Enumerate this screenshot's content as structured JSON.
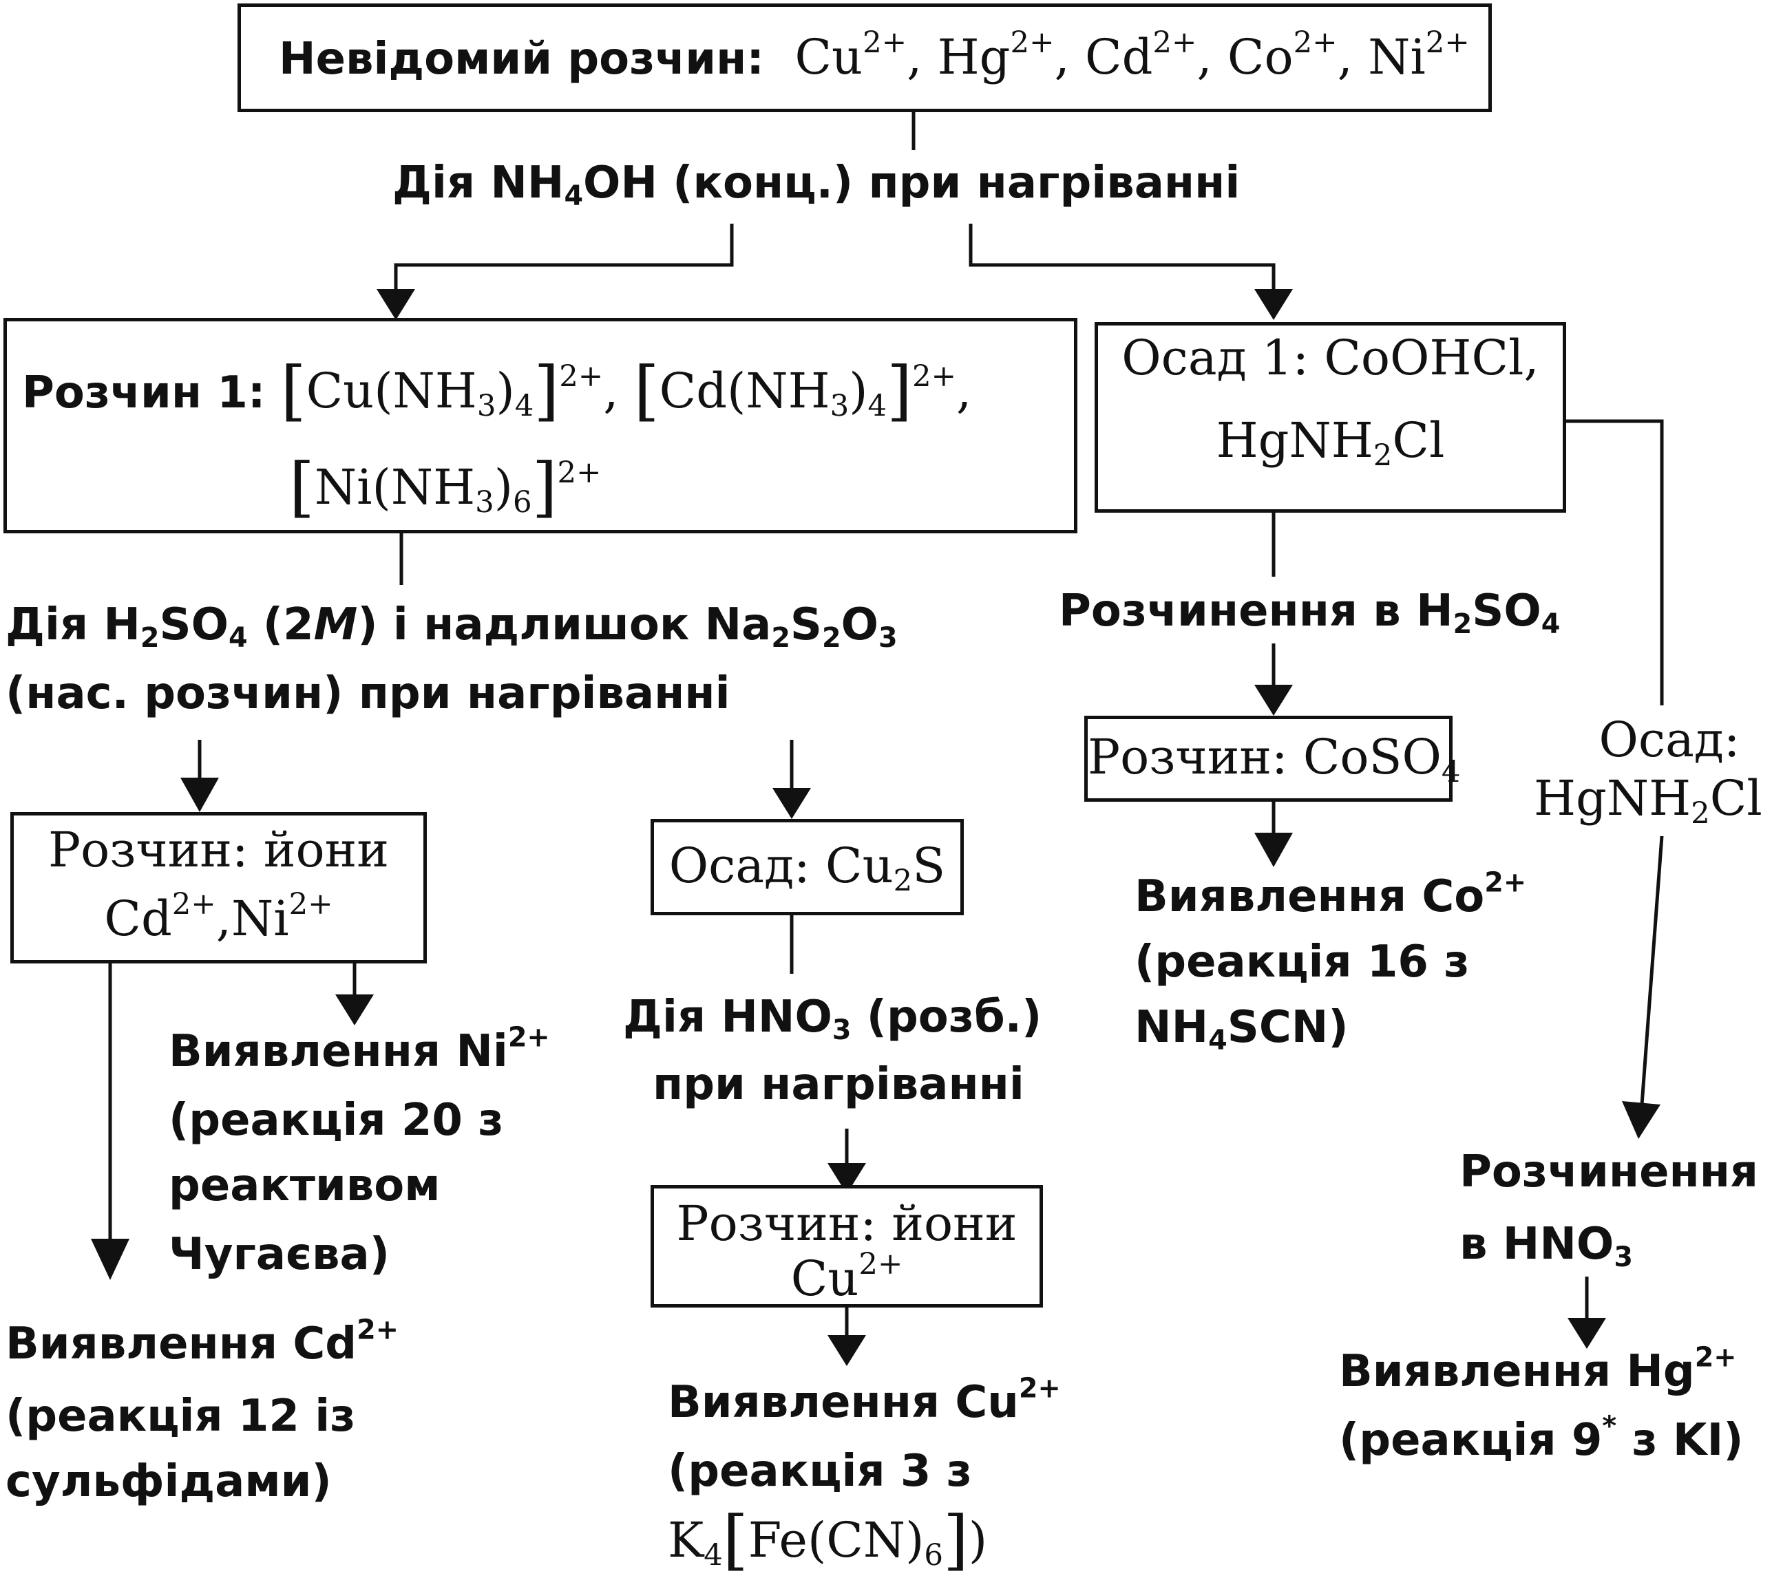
{
  "unknown": {
    "label": "Невідомий розчин:",
    "ions": [
      "Cu",
      "Hg",
      "Cd",
      "Co",
      "Ni"
    ],
    "charge": "2+"
  },
  "step1": {
    "pre": "Дія NH",
    "sub4": "4",
    "post": "OH  (конц.) при нагріванні"
  },
  "sol1": {
    "label": "Розчин 1:",
    "c1_metal": "Cu(NH",
    "c1_sub3": "3",
    "c1_close": ")",
    "c1_sub4": "4",
    "c1_charge": "2+",
    "c2_metal": "Cd(NH",
    "c2_sub3": "3",
    "c2_close": ")",
    "c2_sub4": "4",
    "c2_charge": "2+",
    "c3_metal": "Ni(NH",
    "c3_sub3": "3",
    "c3_close": ")",
    "c3_sub6": "6",
    "c3_charge": "2+",
    "comma": ","
  },
  "osad1": {
    "line1": "Осад 1: CoOHCl,",
    "l2_pre": "HgNH",
    "l2_sub": "2",
    "l2_post": "Cl"
  },
  "step2": {
    "a": "Дія H",
    "s1": "2",
    "b": "SO",
    "s2": "4",
    "c": "  (2",
    "m": "M",
    "d": ") і надлишок Na",
    "s3": "2",
    "e": "S",
    "s4": "2",
    "f": "O",
    "s5": "3",
    "line2": "(нас. розчин) при нагріванні"
  },
  "stepCo": {
    "a": "Розчинення в  H",
    "s1": "2",
    "b": "SO",
    "s2": "4"
  },
  "solCo": {
    "a": "Розчин: CoSO",
    "s": "4"
  },
  "detectCo": {
    "a": "Виявлення Co",
    "charge": "2+",
    "l2": "(реакція 16 з",
    "l3a": "NH",
    "l3s": "4",
    "l3b": "SCN)"
  },
  "osadHg": {
    "l1": "Осад:",
    "l2a": "HgNH",
    "l2s": "2",
    "l2b": "Cl"
  },
  "stepHg": {
    "l1": "Розчинення",
    "l2a": "в HNO",
    "l2s": "3"
  },
  "detectHg": {
    "a": "Виявлення Hg",
    "charge": "2+",
    "l2a": "(реакція 9",
    "star": "*",
    "l2b": " з KI)"
  },
  "solCdNi": {
    "l1": "Розчин: йони",
    "l2a": "Cd",
    "l2c": "2+",
    "l2m": ",Ni",
    "l2d": "2+"
  },
  "detectNi": {
    "a": "Виявлення Ni",
    "charge": "2+",
    "l2": "(реакція 20 з",
    "l3": "реактивом",
    "l4": "Чугаєва)"
  },
  "detectCd": {
    "a": "Виявлення Cd",
    "charge": "2+",
    "l2": "(реакція 12 із",
    "l3": "сульфідами)"
  },
  "osadCu": {
    "a": "Осад: Cu",
    "s": "2",
    "b": "S"
  },
  "stepCu": {
    "a": "Дія  HNO",
    "s": "3",
    "b": " (розб.)",
    "l2": "при нагріванні"
  },
  "solCu": {
    "l1": "Розчин: йони",
    "l2a": "Cu",
    "l2c": "2+"
  },
  "detectCu": {
    "a": "Виявлення Cu",
    "charge": "2+",
    "l2": "(реакція 3 з",
    "l3a": "K",
    "l3s": "4",
    "l3b": "Fe(CN)",
    "l3s2": "6",
    "l3c": ")"
  }
}
